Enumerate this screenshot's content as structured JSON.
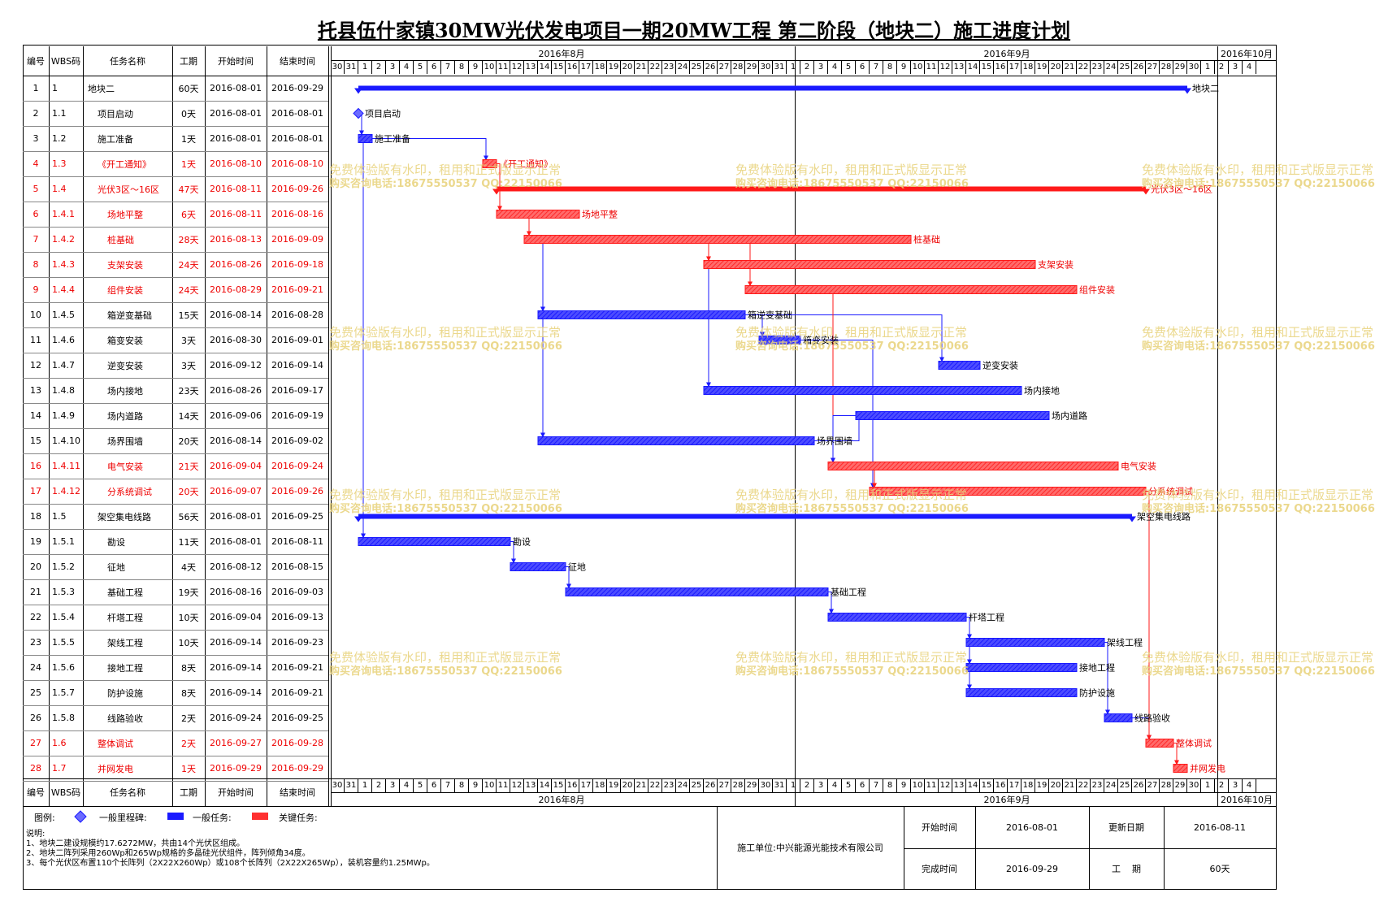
{
  "title": "托县伍什家镇30MW光伏发电项目一期20MW工程 第二阶段（地块二）施工进度计划",
  "header": {
    "col_num": "编号",
    "col_wbs": "WBS码",
    "col_name": "任务名称",
    "col_dur": "工期",
    "col_start": "开始时间",
    "col_end": "结束时间",
    "month_aug": "2016年8月",
    "month_sep": "2016年9月",
    "month_oct": "2016年10月"
  },
  "timeline_days": [
    "30",
    "31",
    "1",
    "2",
    "3",
    "4",
    "5",
    "6",
    "7",
    "8",
    "9",
    "10",
    "11",
    "12",
    "13",
    "14",
    "15",
    "16",
    "17",
    "18",
    "19",
    "20",
    "21",
    "22",
    "23",
    "24",
    "25",
    "26",
    "27",
    "28",
    "29",
    "30",
    "31",
    "1",
    "2",
    "3",
    "4",
    "5",
    "6",
    "7",
    "8",
    "9",
    "10",
    "11",
    "12",
    "13",
    "14",
    "15",
    "16",
    "17",
    "18",
    "19",
    "20",
    "21",
    "22",
    "23",
    "24",
    "25",
    "26",
    "27",
    "28",
    "29",
    "30",
    "1",
    "2",
    "3",
    "4"
  ],
  "timeline_first_date": "2016-07-30",
  "colors": {
    "normal": "#1a1aff",
    "critical": "#ff3030",
    "milestone": "#6b6bff"
  },
  "tasks": [
    {
      "id": "1",
      "wbs": "1",
      "name": "地块二",
      "dur": "60天",
      "start": "2016-08-01",
      "end": "2016-09-29",
      "critical": false,
      "summary": true,
      "label": "地块二",
      "indent": 0
    },
    {
      "id": "2",
      "wbs": "1.1",
      "name": "项目启动",
      "dur": "0天",
      "start": "2016-08-01",
      "end": "2016-08-01",
      "critical": false,
      "milestone": true,
      "label": "项目启动",
      "indent": 1
    },
    {
      "id": "3",
      "wbs": "1.2",
      "name": "施工准备",
      "dur": "1天",
      "start": "2016-08-01",
      "end": "2016-08-01",
      "critical": false,
      "label": "施工准备",
      "indent": 1
    },
    {
      "id": "4",
      "wbs": "1.3",
      "name": "《开工通知》",
      "dur": "1天",
      "start": "2016-08-10",
      "end": "2016-08-10",
      "critical": true,
      "label": "《开工通知》",
      "indent": 1
    },
    {
      "id": "5",
      "wbs": "1.4",
      "name": "光伏3区～16区",
      "dur": "47天",
      "start": "2016-08-11",
      "end": "2016-09-26",
      "critical": true,
      "summary": true,
      "label": "光伏3区～16区",
      "indent": 1
    },
    {
      "id": "6",
      "wbs": "1.4.1",
      "name": "场地平整",
      "dur": "6天",
      "start": "2016-08-11",
      "end": "2016-08-16",
      "critical": true,
      "label": "场地平整",
      "indent": 2
    },
    {
      "id": "7",
      "wbs": "1.4.2",
      "name": "桩基础",
      "dur": "28天",
      "start": "2016-08-13",
      "end": "2016-09-09",
      "critical": true,
      "label": "桩基础",
      "indent": 2
    },
    {
      "id": "8",
      "wbs": "1.4.3",
      "name": "支架安装",
      "dur": "24天",
      "start": "2016-08-26",
      "end": "2016-09-18",
      "critical": true,
      "label": "支架安装",
      "indent": 2
    },
    {
      "id": "9",
      "wbs": "1.4.4",
      "name": "组件安装",
      "dur": "24天",
      "start": "2016-08-29",
      "end": "2016-09-21",
      "critical": true,
      "label": "组件安装",
      "indent": 2
    },
    {
      "id": "10",
      "wbs": "1.4.5",
      "name": "箱逆变基础",
      "dur": "15天",
      "start": "2016-08-14",
      "end": "2016-08-28",
      "critical": false,
      "label": "箱逆变基础",
      "indent": 2
    },
    {
      "id": "11",
      "wbs": "1.4.6",
      "name": "箱变安装",
      "dur": "3天",
      "start": "2016-08-30",
      "end": "2016-09-01",
      "critical": false,
      "label": "箱变安装",
      "indent": 2
    },
    {
      "id": "12",
      "wbs": "1.4.7",
      "name": "逆变安装",
      "dur": "3天",
      "start": "2016-09-12",
      "end": "2016-09-14",
      "critical": false,
      "label": "逆变安装",
      "indent": 2
    },
    {
      "id": "13",
      "wbs": "1.4.8",
      "name": "场内接地",
      "dur": "23天",
      "start": "2016-08-26",
      "end": "2016-09-17",
      "critical": false,
      "label": "场内接地",
      "indent": 2
    },
    {
      "id": "14",
      "wbs": "1.4.9",
      "name": "场内道路",
      "dur": "14天",
      "start": "2016-09-06",
      "end": "2016-09-19",
      "critical": false,
      "label": "场内道路",
      "indent": 2
    },
    {
      "id": "15",
      "wbs": "1.4.10",
      "name": "场界围墙",
      "dur": "20天",
      "start": "2016-08-14",
      "end": "2016-09-02",
      "critical": false,
      "label": "场界围墙",
      "indent": 2
    },
    {
      "id": "16",
      "wbs": "1.4.11",
      "name": "电气安装",
      "dur": "21天",
      "start": "2016-09-04",
      "end": "2016-09-24",
      "critical": true,
      "label": "电气安装",
      "indent": 2
    },
    {
      "id": "17",
      "wbs": "1.4.12",
      "name": "分系统调试",
      "dur": "20天",
      "start": "2016-09-07",
      "end": "2016-09-26",
      "critical": true,
      "label": "分系统调试",
      "indent": 2
    },
    {
      "id": "18",
      "wbs": "1.5",
      "name": "架空集电线路",
      "dur": "56天",
      "start": "2016-08-01",
      "end": "2016-09-25",
      "critical": false,
      "summary": true,
      "label": "架空集电线路",
      "indent": 1
    },
    {
      "id": "19",
      "wbs": "1.5.1",
      "name": "勘设",
      "dur": "11天",
      "start": "2016-08-01",
      "end": "2016-08-11",
      "critical": false,
      "label": "勘设",
      "indent": 2
    },
    {
      "id": "20",
      "wbs": "1.5.2",
      "name": "征地",
      "dur": "4天",
      "start": "2016-08-12",
      "end": "2016-08-15",
      "critical": false,
      "label": "征地",
      "indent": 2
    },
    {
      "id": "21",
      "wbs": "1.5.3",
      "name": "基础工程",
      "dur": "19天",
      "start": "2016-08-16",
      "end": "2016-09-03",
      "critical": false,
      "label": "基础工程",
      "indent": 2
    },
    {
      "id": "22",
      "wbs": "1.5.4",
      "name": "杆塔工程",
      "dur": "10天",
      "start": "2016-09-04",
      "end": "2016-09-13",
      "critical": false,
      "label": "杆塔工程",
      "indent": 2
    },
    {
      "id": "23",
      "wbs": "1.5.5",
      "name": "架线工程",
      "dur": "10天",
      "start": "2016-09-14",
      "end": "2016-09-23",
      "critical": false,
      "label": "架线工程",
      "indent": 2
    },
    {
      "id": "24",
      "wbs": "1.5.6",
      "name": "接地工程",
      "dur": "8天",
      "start": "2016-09-14",
      "end": "2016-09-21",
      "critical": false,
      "label": "接地工程",
      "indent": 2
    },
    {
      "id": "25",
      "wbs": "1.5.7",
      "name": "防护设施",
      "dur": "8天",
      "start": "2016-09-14",
      "end": "2016-09-21",
      "critical": false,
      "label": "防护设施",
      "indent": 2
    },
    {
      "id": "26",
      "wbs": "1.5.8",
      "name": "线路验收",
      "dur": "2天",
      "start": "2016-09-24",
      "end": "2016-09-25",
      "critical": false,
      "label": "线路验收",
      "indent": 2
    },
    {
      "id": "27",
      "wbs": "1.6",
      "name": "整体调试",
      "dur": "2天",
      "start": "2016-09-27",
      "end": "2016-09-28",
      "critical": true,
      "label": "整体调试",
      "indent": 1
    },
    {
      "id": "28",
      "wbs": "1.7",
      "name": "并网发电",
      "dur": "1天",
      "start": "2016-09-29",
      "end": "2016-09-29",
      "critical": true,
      "label": "并网发电",
      "indent": 1
    }
  ],
  "links": [
    [
      2,
      3
    ],
    [
      3,
      4
    ],
    [
      4,
      6
    ],
    [
      6,
      7
    ],
    [
      7,
      8
    ],
    [
      7,
      9
    ],
    [
      7,
      10
    ],
    [
      7,
      15
    ],
    [
      8,
      13
    ],
    [
      10,
      11
    ],
    [
      10,
      12
    ],
    [
      9,
      16
    ],
    [
      11,
      17
    ],
    [
      14,
      16
    ],
    [
      15,
      14
    ],
    [
      16,
      17
    ],
    [
      19,
      20
    ],
    [
      20,
      21
    ],
    [
      21,
      22
    ],
    [
      22,
      23
    ],
    [
      22,
      24
    ],
    [
      22,
      25
    ],
    [
      23,
      26
    ],
    [
      26,
      27
    ],
    [
      17,
      27
    ],
    [
      27,
      28
    ],
    [
      3,
      19
    ]
  ],
  "watermark": {
    "line1": "免费体验版有水印，租用和正式版显示正常",
    "line2": "购买咨询电话:18675550537 QQ:22150066"
  },
  "legend": {
    "label": "图例:",
    "milestone": "一般里程碑:",
    "normal": "一般任务:",
    "critical": "关键任务:"
  },
  "notes": {
    "title": "说明:",
    "line1": "1、地块二建设规模约17.6272MW，共由14个光伏区组成。",
    "line2": "2、地块二阵列采用260Wp和265Wp规格的多晶硅光伏组件，阵列倾角34度。",
    "line3": "3、每个光伏区布置110个长阵列（2X22X260Wp）或108个长阵列（2X22X265Wp），装机容量约1.25MWp。"
  },
  "company": "施工单位:中兴能源光能技术有限公司",
  "info": {
    "start_label": "开始时间",
    "start_value": "2016-08-01",
    "update_label": "更新日期",
    "update_value": "2016-08-11",
    "finish_label": "完成时间",
    "finish_value": "2016-09-29",
    "period_label": "工    期",
    "period_value": "60天"
  }
}
